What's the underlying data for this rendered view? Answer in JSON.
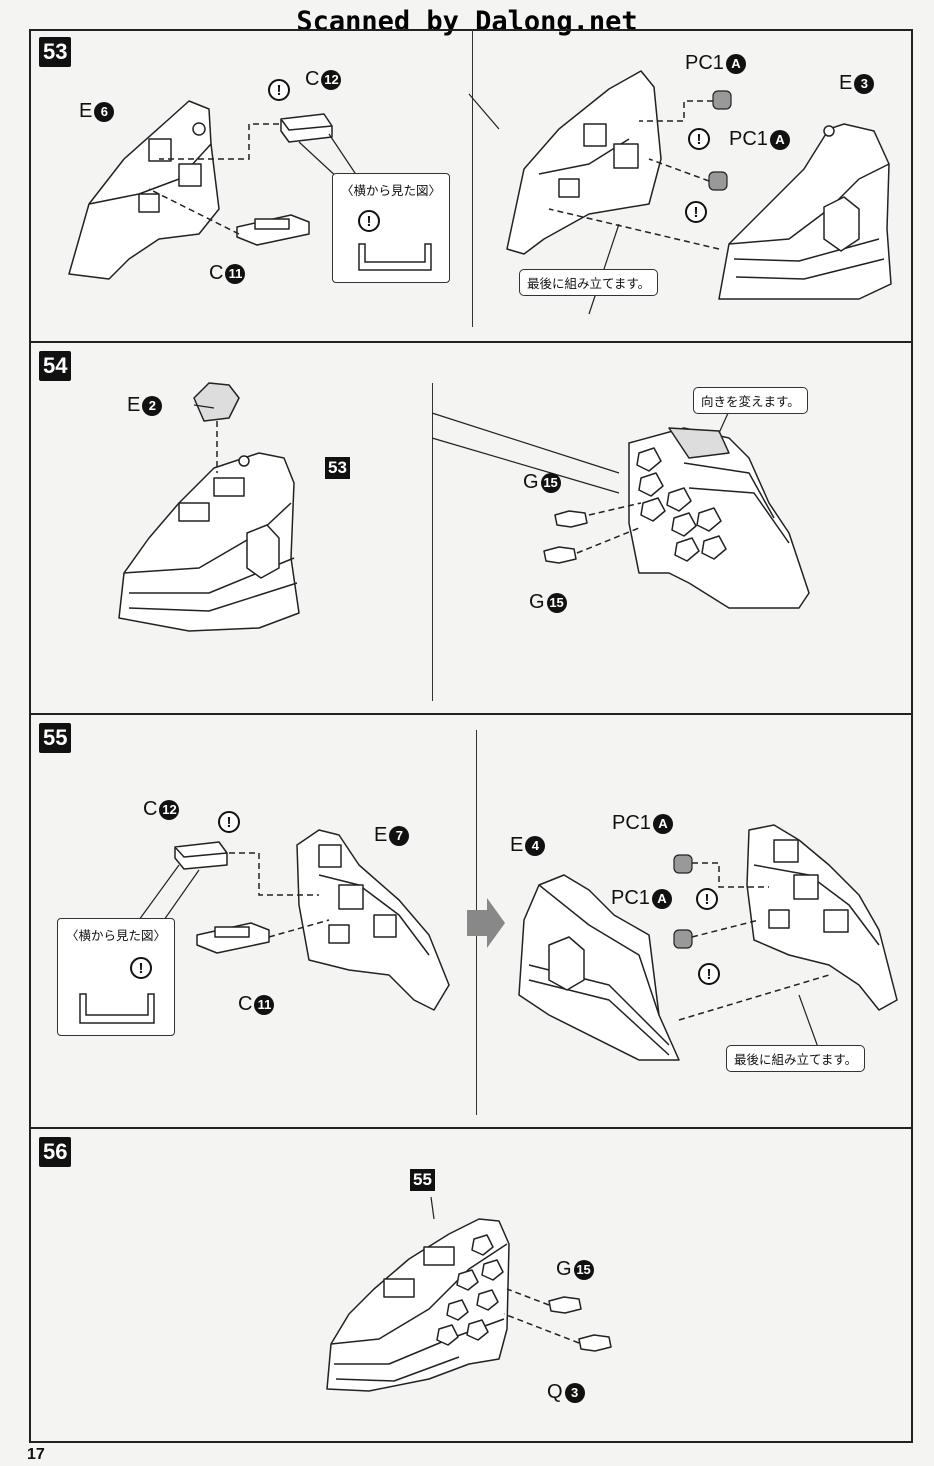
{
  "watermark": "Scanned by Dalong.net",
  "page_number": "17",
  "steps": [
    {
      "number": "53",
      "labels": {
        "e6": {
          "letter": "E",
          "num": "6"
        },
        "c12": {
          "letter": "C",
          "num": "12"
        },
        "c11": {
          "letter": "C",
          "num": "11"
        },
        "pc1a_top": {
          "letter": "PC1",
          "num": "A"
        },
        "pc1a_mid": {
          "letter": "PC1",
          "num": "A"
        },
        "e3": {
          "letter": "E",
          "num": "3"
        }
      },
      "side_view_caption": "〈横から見た図〉",
      "note": "最後に組み立てます。"
    },
    {
      "number": "54",
      "labels": {
        "e2": {
          "letter": "E",
          "num": "2"
        },
        "g15_top": {
          "letter": "G",
          "num": "15"
        },
        "g15_bottom": {
          "letter": "G",
          "num": "15"
        }
      },
      "ref_badge": "53",
      "note": "向きを変えます。"
    },
    {
      "number": "55",
      "labels": {
        "c12": {
          "letter": "C",
          "num": "12"
        },
        "e7": {
          "letter": "E",
          "num": "7"
        },
        "c11": {
          "letter": "C",
          "num": "11"
        },
        "e4": {
          "letter": "E",
          "num": "4"
        },
        "pc1a_top": {
          "letter": "PC1",
          "num": "A"
        },
        "pc1a_mid": {
          "letter": "PC1",
          "num": "A"
        }
      },
      "side_view_caption": "〈横から見た図〉",
      "note": "最後に組み立てます。"
    },
    {
      "number": "56",
      "labels": {
        "g15": {
          "letter": "G",
          "num": "15"
        },
        "q3": {
          "letter": "Q",
          "num": "3"
        }
      },
      "ref_badge": "55"
    }
  ],
  "warning_symbol": "!"
}
